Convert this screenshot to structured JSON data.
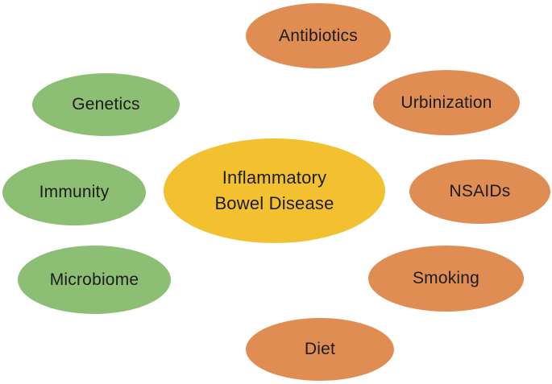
{
  "diagram": {
    "type": "concept-map",
    "description": "Factors associated with Inflammatory Bowel Disease",
    "center": {
      "label_line1": "Inflammatory",
      "label_line2": "Bowel Disease"
    },
    "nodes": [
      {
        "label": "Antibiotics",
        "group": "environmental"
      },
      {
        "label": "Genetics",
        "group": "host"
      },
      {
        "label": "Urbinization",
        "group": "environmental"
      },
      {
        "label": "Immunity",
        "group": "host"
      },
      {
        "label": "NSAIDs",
        "group": "environmental"
      },
      {
        "label": "Microbiome",
        "group": "host"
      },
      {
        "label": "Smoking",
        "group": "environmental"
      },
      {
        "label": "Diet",
        "group": "environmental"
      }
    ],
    "colors": {
      "host_node": "#8CBE73",
      "environmental_node": "#E08D53",
      "center_node": "#F3C12F",
      "text": "#1c1c1c",
      "background": "#ffffff"
    }
  }
}
